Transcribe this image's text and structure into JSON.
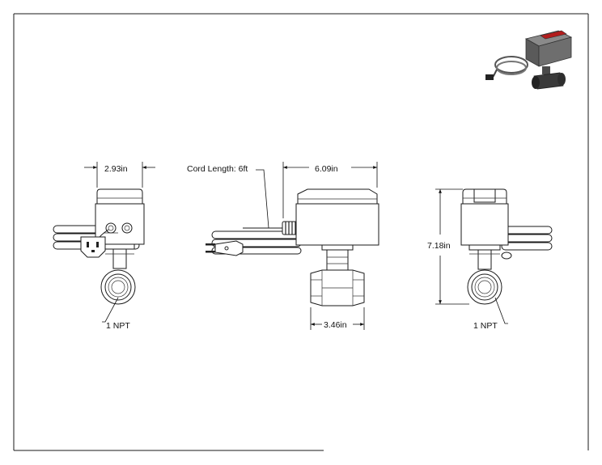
{
  "dimensions": {
    "front_width": "2.93in",
    "side_width": "6.09in",
    "cord_length": "Cord Length: 6ft",
    "body_length": "3.46in",
    "height": "7.18in",
    "left_port": "1 NPT",
    "right_port": "1 NPT"
  }
}
